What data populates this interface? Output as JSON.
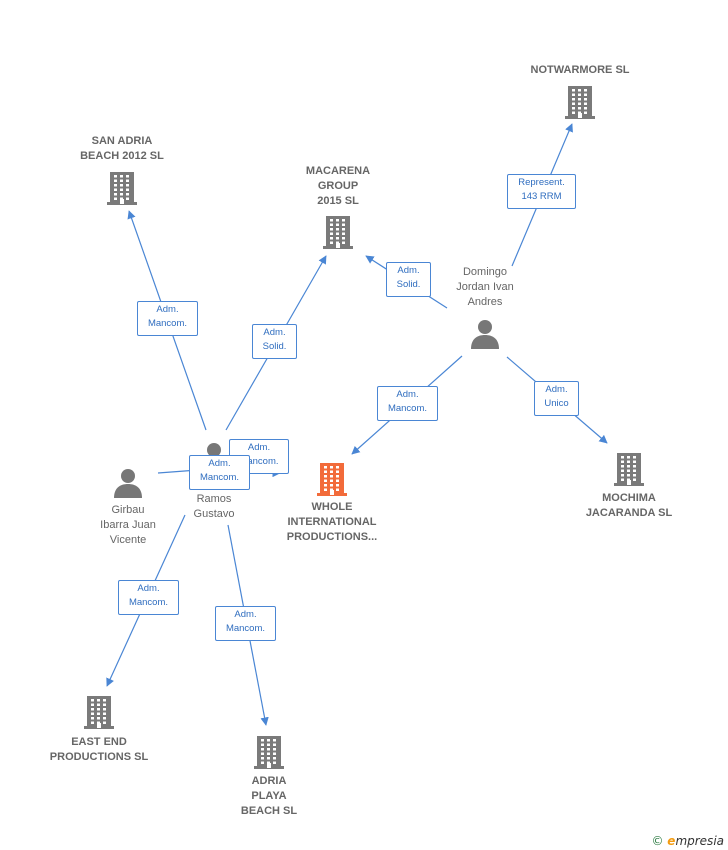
{
  "colors": {
    "edge": "#4a86d4",
    "company_icon": "#7a7a7a",
    "focus_icon": "#f26b3a",
    "person_icon": "#777777",
    "text": "#666666",
    "badge_text": "#2f6dbf"
  },
  "nodes": {
    "notwarmore": {
      "label": "NOTWARMORE SL",
      "kind": "company",
      "icon": "building-icon"
    },
    "san_adria": {
      "label": "SAN ADRIA\nBEACH 2012 SL",
      "kind": "company",
      "icon": "building-icon"
    },
    "macarena": {
      "label": "MACARENA\nGROUP\n2015  SL",
      "kind": "company",
      "icon": "building-icon"
    },
    "domingo": {
      "label": "Domingo\nJordan Ivan\nAndres",
      "kind": "person",
      "icon": "person-icon"
    },
    "whole": {
      "label": "WHOLE\nINTERNATIONAL\nPRODUCTIONS...",
      "kind": "company",
      "icon": "building-icon",
      "focus": true
    },
    "mochima": {
      "label": "MOCHIMA\nJACARANDA SL",
      "kind": "company",
      "icon": "building-icon"
    },
    "girbau": {
      "label": "Girbau\nIbarra Juan\nVicente",
      "kind": "person",
      "icon": "person-icon"
    },
    "ramos": {
      "label": "Ramos\nGustavo",
      "kind": "person",
      "icon": "person-icon"
    },
    "east_end": {
      "label": "EAST END\nPRODUCTIONS SL",
      "kind": "company",
      "icon": "building-icon"
    },
    "adria_playa": {
      "label": "ADRIA\nPLAYA\nBEACH SL",
      "kind": "company",
      "icon": "building-icon"
    }
  },
  "edges": [
    {
      "from": "domingo",
      "to": "notwarmore",
      "label": "Represent.\n143 RRM"
    },
    {
      "from": "domingo",
      "to": "macarena",
      "label": "Adm.\nSolid."
    },
    {
      "from": "domingo",
      "to": "whole",
      "label": "Adm.\nMancom."
    },
    {
      "from": "domingo",
      "to": "mochima",
      "label": "Adm.\nUnico"
    },
    {
      "from": "ramos",
      "to": "san_adria",
      "label": "Adm.\nMancom."
    },
    {
      "from": "ramos",
      "to": "macarena",
      "label": "Adm.\nSolid."
    },
    {
      "from": "ramos",
      "to": "whole",
      "label": "Adm.\nMancom."
    },
    {
      "from": "girbau",
      "to": "whole",
      "label": "Adm.\nMancom."
    },
    {
      "from": "ramos",
      "to": "east_end",
      "label": "Adm.\nMancom."
    },
    {
      "from": "ramos",
      "to": "adria_playa",
      "label": "Adm.\nMancom."
    }
  ],
  "footer": {
    "copyright": "©",
    "brand_initial": "e",
    "brand_rest": "mpresia"
  }
}
